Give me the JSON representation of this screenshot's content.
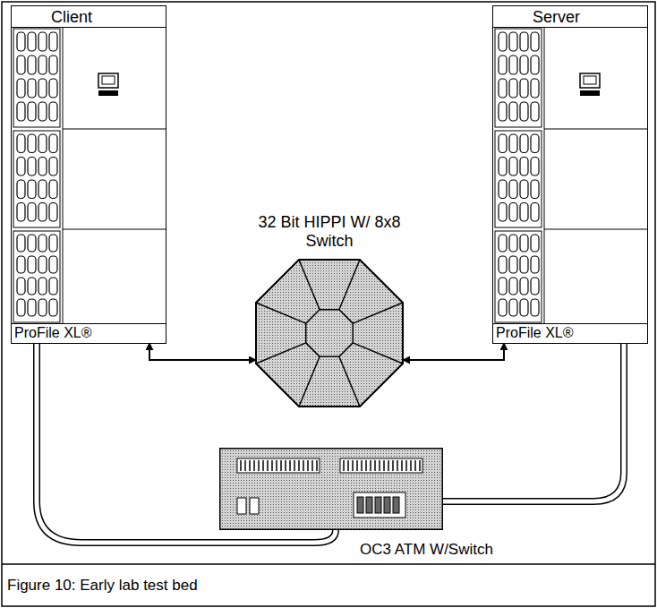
{
  "diagram": {
    "caption": "Figure 10: Early lab test bed",
    "nodes": [
      {
        "text": [
          "Client"
        ]
      },
      {
        "text": [
          "ProFile XL®"
        ],
        "in": 0
      },
      {
        "text": [
          "Server"
        ]
      },
      {
        "text": [
          "ProFile XL®"
        ],
        "in": 2
      },
      {
        "text": [
          "32 Bit HIPPI W/ 8x8 Switch"
        ]
      },
      {
        "text": [
          "OC3 ATM W/Switch"
        ]
      }
    ],
    "edges": [
      {
        "from": 1,
        "to": 4,
        "arrow": "both"
      },
      {
        "from": 3,
        "to": 4,
        "arrow": "both"
      },
      {
        "from": 1,
        "to": 5,
        "arrow": "none"
      },
      {
        "from": 3,
        "to": 5,
        "arrow": "none"
      }
    ]
  }
}
